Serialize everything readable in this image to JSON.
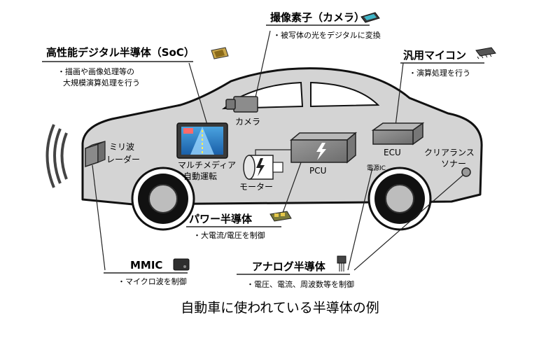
{
  "callouts": {
    "camera_sensor": {
      "title": "撮像素子（カメラ）",
      "desc": "・被写体の光をデジタルに変換"
    },
    "soc": {
      "title": "高性能デジタル半導体（SoC）",
      "desc1": "・描画や画像処理等の",
      "desc2": "大規模演算処理を行う"
    },
    "mcu": {
      "title": "汎用マイコン",
      "desc": "・演算処理を行う"
    },
    "power": {
      "title": "パワー半導体",
      "desc": "・大電流/電圧を制御"
    },
    "mmic": {
      "title": "MMIC",
      "desc": "・マイクロ波を制御"
    },
    "analog": {
      "title": "アナログ半導体",
      "desc": "・電圧、電流、周波数等を制御"
    }
  },
  "components": {
    "camera": "カメラ",
    "radar1": "ミリ波",
    "radar2": "レーダー",
    "multimedia1": "マルチメディア",
    "multimedia2": "自動運転",
    "motor": "モーター",
    "pcu": "PCU",
    "ecu": "ECU",
    "power_ic": "電源IC",
    "sonar1": "クリアランス",
    "sonar2": "ソナー"
  },
  "caption": "自動車に使われている半導体の例"
}
